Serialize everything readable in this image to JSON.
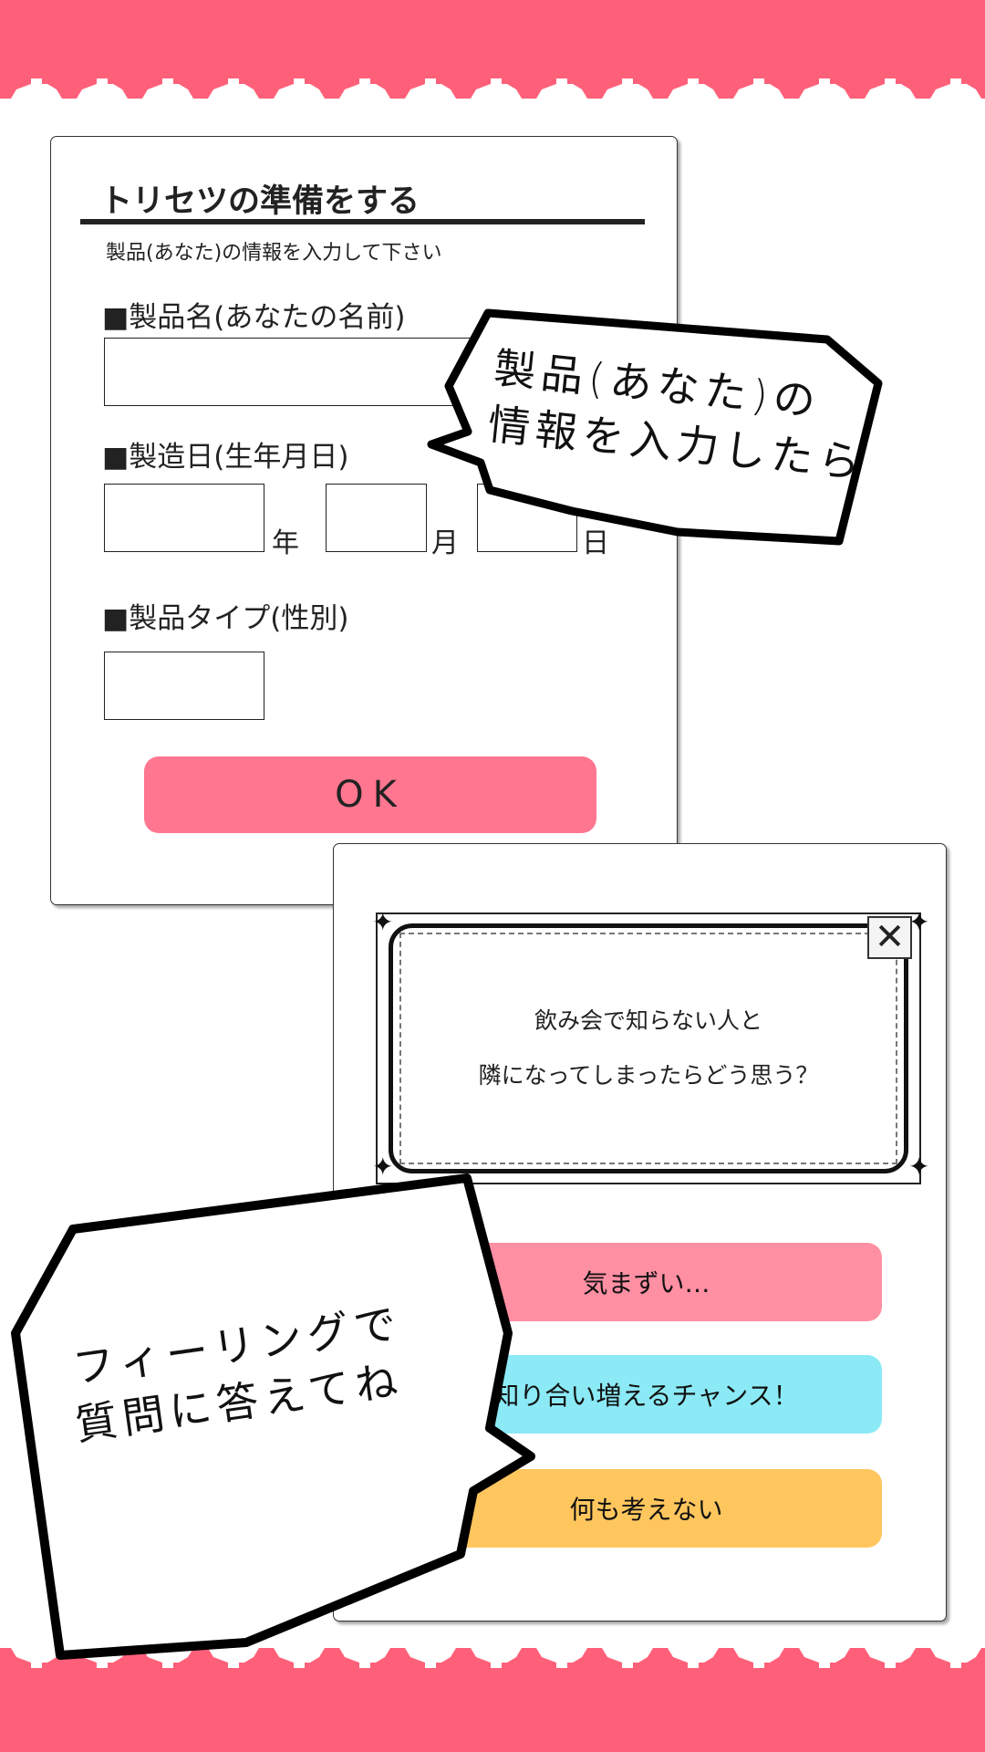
{
  "colors": {
    "band": "#ff6079",
    "ok": "#ff7690",
    "answer1": "#ff8fa3",
    "answer2": "#8beaf5",
    "answer3": "#ffc65e"
  },
  "form": {
    "title": "トリセツの準備をする",
    "subtitle": "製品(あなた)の情報を入力して下さい",
    "name_label": "■製品名(あなたの名前)",
    "date_label": "■製造日(生年月日)",
    "year_unit": "年",
    "month_unit": "月",
    "day_unit": "日",
    "type_label": "■製品タイプ(性別)",
    "ok_label": "OK"
  },
  "bubble1": {
    "line1": "製品(あなた)の",
    "line2": "情報を入力したら"
  },
  "quiz": {
    "question_line1": "飲み会で知らない人と",
    "question_line2": "隣になってしまったらどう思う？",
    "close_icon": "close-x",
    "answers": [
      "気まずい…",
      "知り合い増えるチャンス！",
      "何も考えない"
    ]
  },
  "bubble2": {
    "line1": "フィーリングで",
    "line2": "質問に答えてね"
  }
}
